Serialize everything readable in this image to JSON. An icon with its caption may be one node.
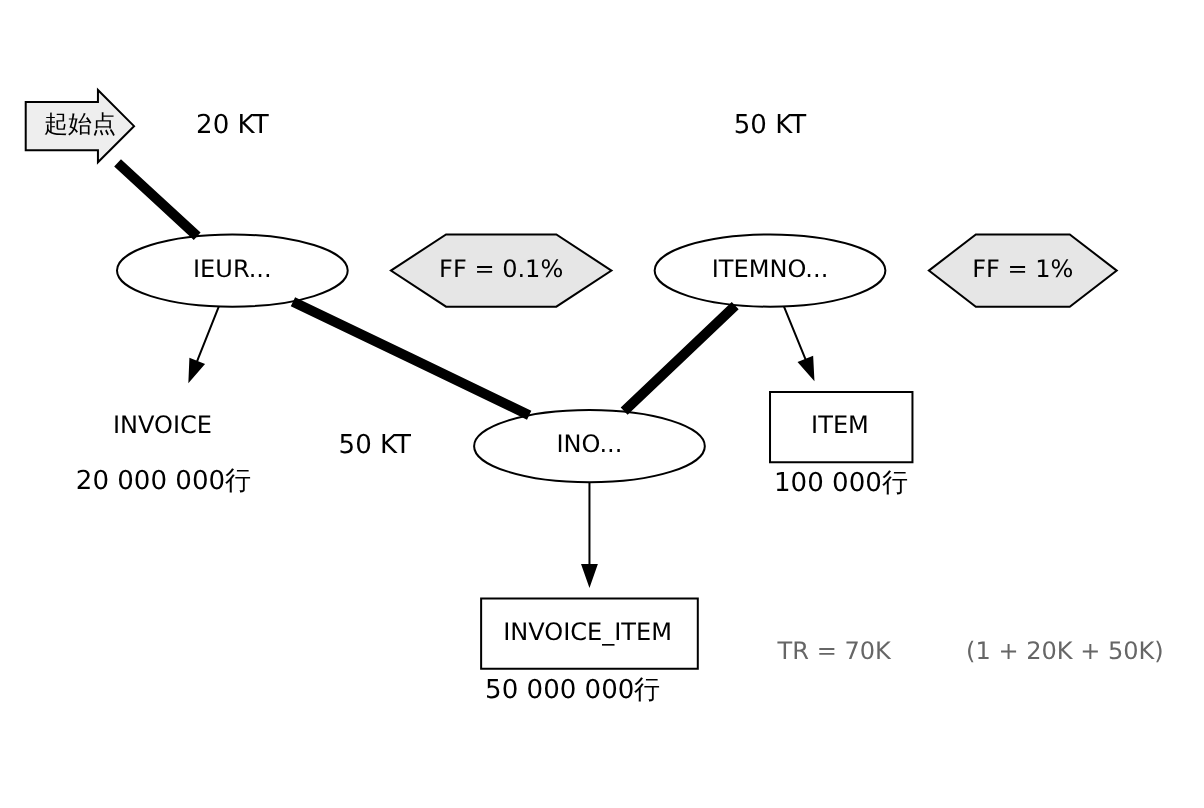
{
  "diagram": {
    "nodes": [
      {
        "text": [
          "起始点"
        ]
      },
      {
        "text": [
          "IEUR..."
        ],
        "beside": [
          "20 KT"
        ]
      },
      {
        "text": [
          "FF = 0.1%"
        ]
      },
      {
        "text": [
          "ITEMNO..."
        ],
        "beside": [
          "50 KT"
        ]
      },
      {
        "text": [
          "FF = 1%"
        ]
      },
      {
        "text": [
          "INVOICE"
        ],
        "beside": [
          "20 000 000行"
        ]
      },
      {
        "text": [
          "ITEM"
        ],
        "beside": [
          "100 000行"
        ]
      },
      {
        "text": [
          "INO..."
        ],
        "beside": [
          "50 KT"
        ]
      },
      {
        "text": [
          "INVOICE_ITEM"
        ],
        "beside": [
          "50 000 000行"
        ]
      }
    ],
    "edges": [
      {
        "from": 0,
        "to": 1,
        "arrow": "none",
        "style": "thick"
      },
      {
        "from": 1,
        "to": 7,
        "arrow": "none",
        "style": "thick"
      },
      {
        "from": 7,
        "to": 3,
        "arrow": "none",
        "style": "thick"
      },
      {
        "from": 1,
        "to": 5,
        "arrow": "to"
      },
      {
        "from": 3,
        "to": 6,
        "arrow": "to"
      },
      {
        "from": 7,
        "to": 8,
        "arrow": "to"
      }
    ],
    "labels": [
      "TR = 70K",
      "(1 + 20K + 50K)"
    ]
  }
}
